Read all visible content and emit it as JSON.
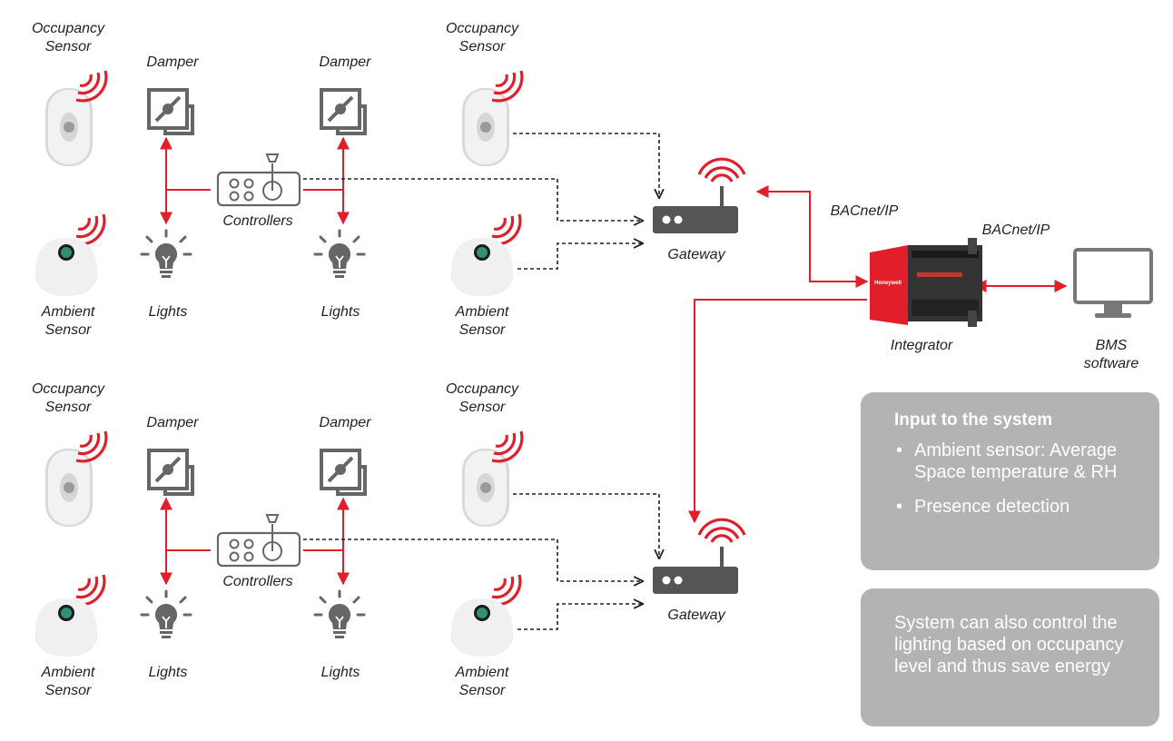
{
  "labels": {
    "occupancy_sensor_1": "Occupancy",
    "occupancy_sensor_2": "Sensor",
    "ambient_sensor_1": "Ambient",
    "ambient_sensor_2": "Sensor",
    "damper": "Damper",
    "lights": "Lights",
    "controllers": "Controllers",
    "gateway": "Gateway",
    "integrator": "Integrator",
    "bms_1": "BMS",
    "bms_2": "software",
    "bacnet": "BACnet/IP",
    "integrator_brand": "Honeywell"
  },
  "info_box": {
    "title": "Input to the system",
    "items": [
      "Ambient sensor: Average Space temperature & RH",
      "Presence detection"
    ]
  },
  "note_box": {
    "text": "System can also control the lighting based on occupancy level and thus save energy"
  },
  "colors": {
    "accent_red": "#e01f2b",
    "icon_gray": "#666666",
    "box_gray": "#b3b3b3",
    "text_dark": "#222222"
  }
}
